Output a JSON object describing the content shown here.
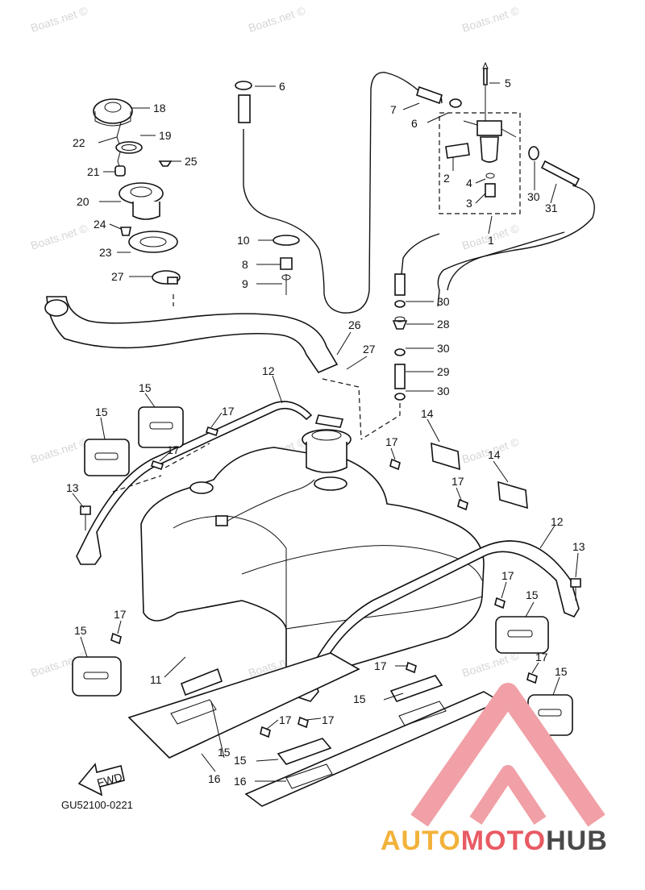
{
  "watermark_text": "Boats.net ©",
  "diagram_code": "GU52100-0221",
  "fwd_label": "FWD",
  "logo": {
    "part1": "AUTO",
    "part2": "MOTO",
    "part3": "HUB",
    "color1": "#f2b23a",
    "color2": "#e95a63",
    "color3": "#4a4a4a"
  },
  "callouts": {
    "n1": "1",
    "n2": "2",
    "n3": "3",
    "n4": "4",
    "n5": "5",
    "n6a": "6",
    "n6b": "6",
    "n7": "7",
    "n8": "8",
    "n9": "9",
    "n10": "10",
    "n11": "11",
    "n12a": "12",
    "n12b": "12",
    "n13a": "13",
    "n13b": "13",
    "n14a": "14",
    "n14b": "14",
    "n15a": "15",
    "n15b": "15",
    "n15c": "15",
    "n15d": "15",
    "n15e": "15",
    "n15f": "15",
    "n15g": "15",
    "n15h": "15",
    "n16a": "16",
    "n16b": "16",
    "n17a": "17",
    "n17b": "17",
    "n17c": "17",
    "n17d": "17",
    "n17e": "17",
    "n17f": "17",
    "n17g": "17",
    "n17h": "17",
    "n17i": "17",
    "n17j": "17",
    "n18": "18",
    "n19": "19",
    "n20": "20",
    "n21": "21",
    "n22": "22",
    "n23": "23",
    "n24": "24",
    "n25": "25",
    "n26": "26",
    "n27a": "27",
    "n27b": "27",
    "n28": "28",
    "n29": "29",
    "n30a": "30",
    "n30b": "30",
    "n30c": "30",
    "n30d": "30",
    "n31": "31"
  }
}
